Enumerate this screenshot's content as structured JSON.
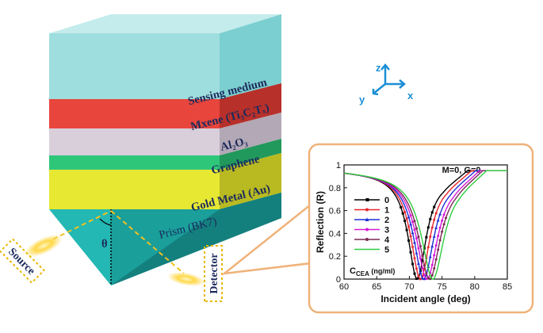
{
  "diagram": {
    "layers": [
      {
        "key": "sensing",
        "label": "Sensing medium",
        "color": "#9fdede"
      },
      {
        "key": "mxene",
        "label": "Mxene (Ti₃C₂Tₓ)",
        "color": "#e8453c"
      },
      {
        "key": "al2o3",
        "label": "Al₂O₃",
        "color": "#d9cfdb"
      },
      {
        "key": "graphene",
        "label": "Graphene",
        "color": "#2ec77a"
      },
      {
        "key": "gold",
        "label": "Gold Metal (Au)",
        "color": "#e6e832"
      },
      {
        "key": "prism",
        "label": "Prism (BK7)",
        "color": "#1fb5b0"
      }
    ],
    "angle_symbol": "θ",
    "source_label": "Source",
    "detector_label": "Detector",
    "axes_labels": {
      "z": "z",
      "y": "y",
      "x": "x"
    },
    "axis_color": "#1b8fd6"
  },
  "chart_data": {
    "type": "line",
    "annotation": "M=0, G=0",
    "xlabel": "Incident angle (deg)",
    "ylabel": "Reflection (R)",
    "xlim": [
      60,
      85
    ],
    "ylim": [
      0,
      1
    ],
    "xticks": [
      60,
      65,
      70,
      75,
      80,
      85
    ],
    "yticks": [
      0,
      0.2,
      0.4,
      0.6,
      0.8,
      1
    ],
    "ytick_labels": [
      "0",
      "0.2",
      "0.4",
      "0.6",
      "0.8",
      "1"
    ],
    "legend_title": "C_CEA (ng/ml)",
    "legend_title_main": "C",
    "legend_title_sub": "CEA",
    "legend_title_unit": " (ng/ml)",
    "series": [
      {
        "name": "0",
        "color": "#000000",
        "resonance": 71.2,
        "width": 1.7,
        "marker": "square"
      },
      {
        "name": "1",
        "color": "#e8262b",
        "resonance": 71.7,
        "width": 1.8,
        "marker": "circle"
      },
      {
        "name": "2",
        "color": "#1f2fd6",
        "resonance": 72.2,
        "width": 1.9,
        "marker": "triangle"
      },
      {
        "name": "3",
        "color": "#d61ad6",
        "resonance": 72.7,
        "width": 2.0,
        "marker": "circle"
      },
      {
        "name": "4",
        "color": "#7a2a55",
        "resonance": 73.1,
        "width": 2.05,
        "marker": "circle"
      },
      {
        "name": "5",
        "color": "#2ecc40",
        "resonance": 73.6,
        "width": 2.1,
        "marker": "none"
      }
    ]
  }
}
